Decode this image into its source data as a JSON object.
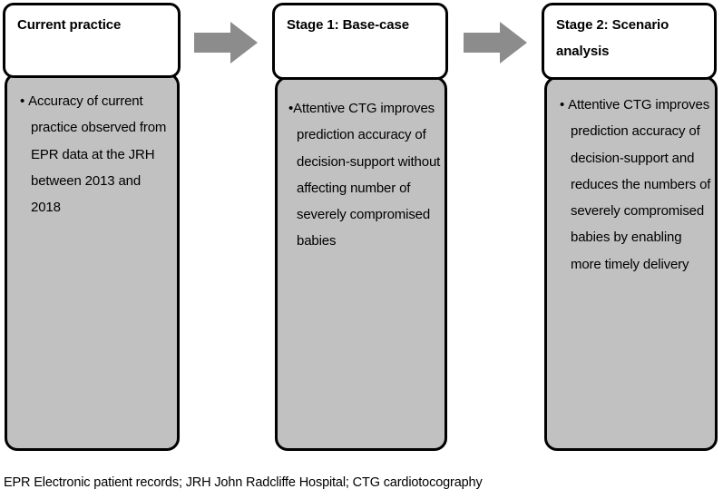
{
  "figure": {
    "colors": {
      "box_fill_gray": "#c1c1c1",
      "arrow_gray": "#8c8c8c",
      "border_black": "#000000",
      "header_fill_white": "#ffffff"
    },
    "columns": [
      {
        "id": "current-practice",
        "header_title": "Current practice",
        "items": [
          "Accuracy of current practice observed from EPR data at the JRH between 2013 and 2018"
        ]
      },
      {
        "id": "stage-1-base-case",
        "header_title": "Stage 1: Base-case",
        "items": [
          "Attentive CTG improves prediction accuracy of decision-support without affecting number of severely compromised babies"
        ]
      },
      {
        "id": "stage-2-scenario-analysis",
        "header_title": "Stage 2: Scenario analysis",
        "items": [
          "Attentive CTG improves prediction accuracy of decision-support and reduces the numbers of severely compromised babies by enabling more timely delivery"
        ]
      }
    ],
    "arrows": [
      {
        "id": "arrow-1",
        "direction": "right"
      },
      {
        "id": "arrow-2",
        "direction": "right"
      }
    ],
    "footnote": "EPR Electronic patient records; JRH John Radcliffe Hospital; CTG cardiotocography"
  }
}
